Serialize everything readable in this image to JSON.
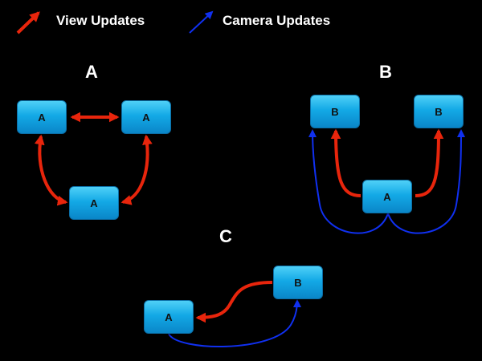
{
  "legend": {
    "view_label": "View Updates",
    "view_color": "#e8250c",
    "camera_label": "Camera Updates",
    "camera_color": "#1030f0",
    "view_icon": "red-arrow-icon",
    "camera_icon": "blue-arrow-icon"
  },
  "sections": {
    "a": {
      "title": "A",
      "nodes": [
        "A",
        "A",
        "A"
      ]
    },
    "b": {
      "title": "B",
      "nodes": [
        "B",
        "B",
        "A"
      ]
    },
    "c": {
      "title": "C",
      "nodes": [
        "A",
        "B"
      ]
    }
  }
}
